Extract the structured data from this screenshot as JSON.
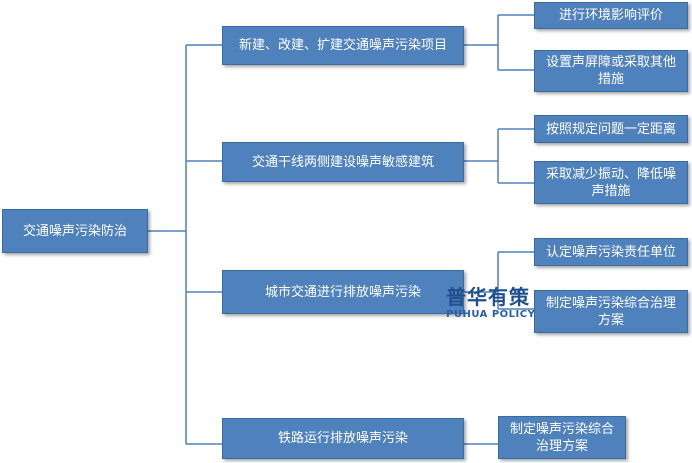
{
  "root": "交通噪声污染防治",
  "branches": [
    {
      "label": "新建、改建、扩建交通噪声污染项目",
      "children": [
        "进行环境影响评价",
        "设置声屏障或采取其他措施"
      ]
    },
    {
      "label": "交通干线两侧建设噪声敏感建筑",
      "children": [
        "按照规定问题一定距离",
        "采取减少振动、降低噪声措施"
      ]
    },
    {
      "label": "城市交通进行排放噪声污染",
      "children": [
        "认定噪声污染责任单位",
        "制定噪声污染综合治理方案"
      ]
    },
    {
      "label": "铁路运行排放噪声污染",
      "children": [
        "制定噪声污染综合治理方案"
      ]
    }
  ],
  "watermark": {
    "cn": "普华有策",
    "en": "PUHUA POLICY"
  },
  "colors": {
    "box": "#4f81bd",
    "line": "#4f81bd",
    "text": "#ffffff"
  }
}
